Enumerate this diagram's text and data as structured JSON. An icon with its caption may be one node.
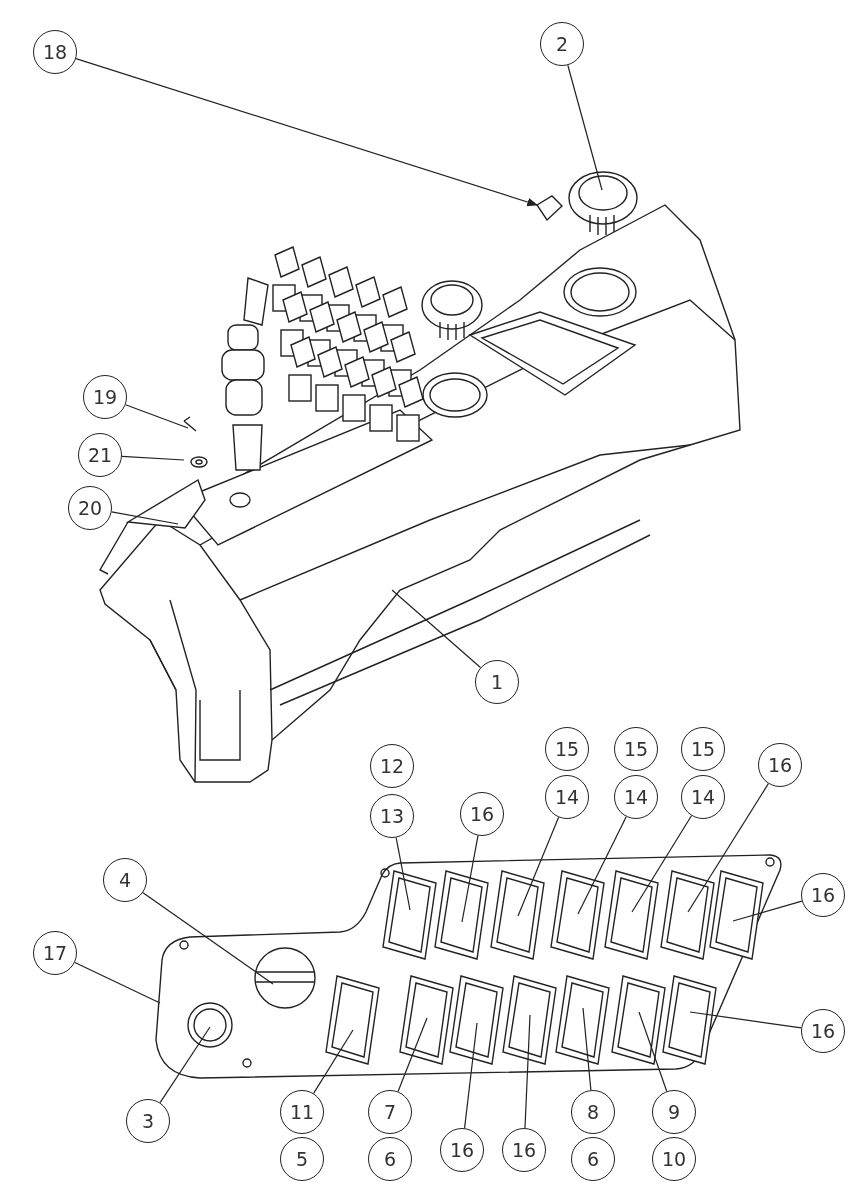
{
  "diagram": {
    "nodes": [
      {
        "text": [
          "18"
        ]
      },
      {
        "text": [
          "2"
        ]
      },
      {
        "text": [
          "19"
        ]
      },
      {
        "text": [
          "21"
        ]
      },
      {
        "text": [
          "20"
        ]
      },
      {
        "text": [
          "1"
        ]
      },
      {
        "text": [
          "15"
        ]
      },
      {
        "text": [
          "15"
        ]
      },
      {
        "text": [
          "15"
        ]
      },
      {
        "text": [
          "12"
        ]
      },
      {
        "text": [
          "16"
        ]
      },
      {
        "text": [
          "14"
        ]
      },
      {
        "text": [
          "14"
        ]
      },
      {
        "text": [
          "14"
        ]
      },
      {
        "text": [
          "13"
        ]
      },
      {
        "text": [
          "16"
        ]
      },
      {
        "text": [
          "4"
        ]
      },
      {
        "text": [
          "16"
        ]
      },
      {
        "text": [
          "17"
        ]
      },
      {
        "text": [
          "16"
        ]
      },
      {
        "text": [
          "11"
        ]
      },
      {
        "text": [
          "7"
        ]
      },
      {
        "text": [
          "8"
        ]
      },
      {
        "text": [
          "9"
        ]
      },
      {
        "text": [
          "3"
        ]
      },
      {
        "text": [
          "16"
        ]
      },
      {
        "text": [
          "16"
        ]
      },
      {
        "text": [
          "5"
        ]
      },
      {
        "text": [
          "6"
        ]
      },
      {
        "text": [
          "6"
        ]
      },
      {
        "text": [
          "10"
        ]
      }
    ],
    "edges": [
      {
        "from": 0,
        "to": null,
        "arrow": "to"
      },
      {
        "from": 1,
        "to": null,
        "arrow": "none"
      },
      {
        "from": 2,
        "to": null,
        "arrow": "none"
      },
      {
        "from": 3,
        "to": null,
        "arrow": "none"
      },
      {
        "from": 4,
        "to": null,
        "arrow": "none"
      },
      {
        "from": 5,
        "to": null,
        "arrow": "none"
      },
      {
        "from": 10,
        "to": null,
        "arrow": "none"
      },
      {
        "from": 11,
        "to": null,
        "arrow": "none"
      },
      {
        "from": 12,
        "to": null,
        "arrow": "none"
      },
      {
        "from": 13,
        "to": null,
        "arrow": "none"
      },
      {
        "from": 14,
        "to": null,
        "arrow": "none"
      },
      {
        "from": 15,
        "to": null,
        "arrow": "none"
      },
      {
        "from": 16,
        "to": null,
        "arrow": "none"
      },
      {
        "from": 17,
        "to": null,
        "arrow": "none"
      },
      {
        "from": 18,
        "to": null,
        "arrow": "none"
      },
      {
        "from": 19,
        "to": null,
        "arrow": "none"
      },
      {
        "from": 20,
        "to": null,
        "arrow": "none"
      },
      {
        "from": 21,
        "to": null,
        "arrow": "none"
      },
      {
        "from": 22,
        "to": null,
        "arrow": "none"
      },
      {
        "from": 23,
        "to": null,
        "arrow": "none"
      },
      {
        "from": 24,
        "to": null,
        "arrow": "none"
      },
      {
        "from": 25,
        "to": null,
        "arrow": "none"
      },
      {
        "from": 26,
        "to": null,
        "arrow": "none"
      }
    ]
  }
}
